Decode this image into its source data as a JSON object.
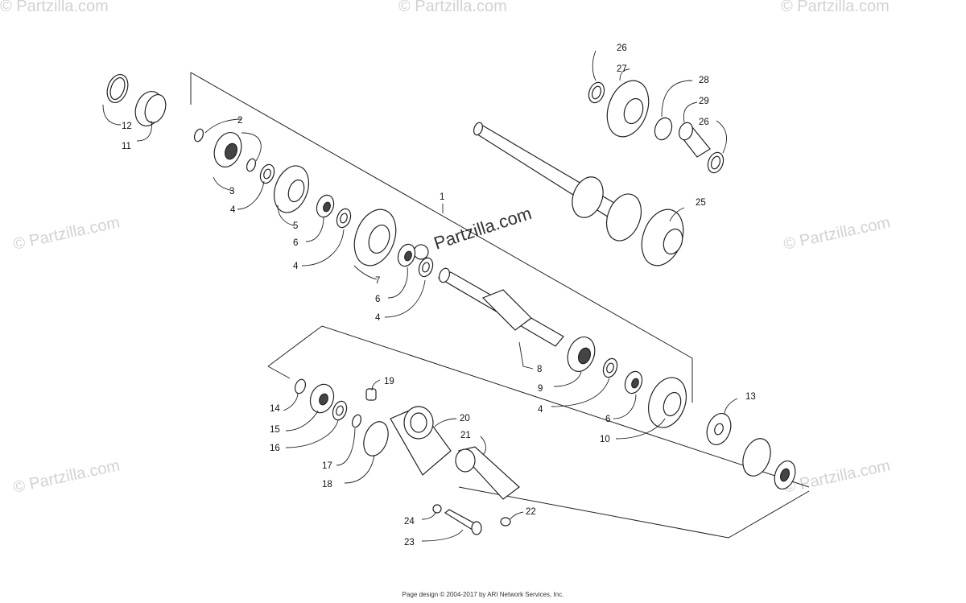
{
  "watermark": {
    "brand": "Partzilla.com",
    "small_text": "© Partzilla.com"
  },
  "callouts": [
    "1",
    "2",
    "3",
    "4",
    "5",
    "6",
    "7",
    "8",
    "9",
    "10",
    "11",
    "12",
    "13",
    "14",
    "15",
    "16",
    "17",
    "18",
    "19",
    "20",
    "21",
    "22",
    "23",
    "24",
    "25",
    "26",
    "27",
    "28",
    "29"
  ],
  "footer": {
    "credit": "Page design © 2004-2017 by ARI Network Services, Inc."
  }
}
